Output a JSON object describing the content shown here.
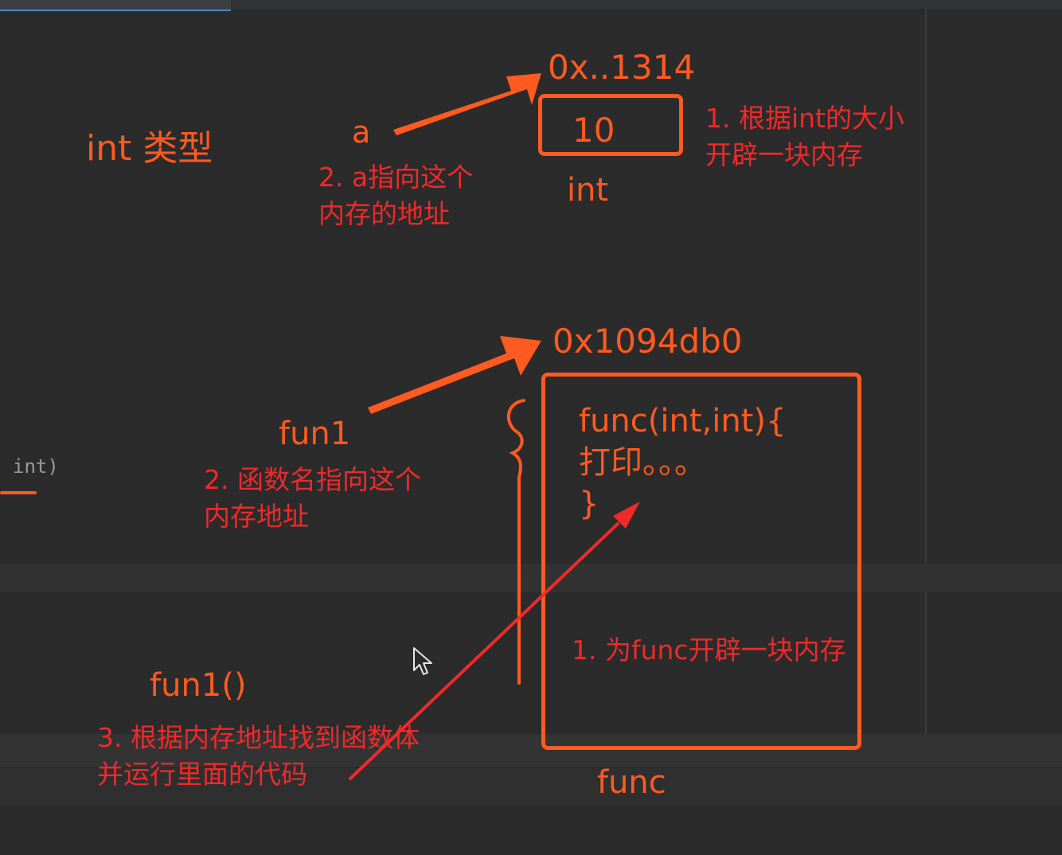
{
  "colors": {
    "annotation_orange": "#ff5a20",
    "annotation_red": "#ee2a2a",
    "editor_bg": "#2b2b2b"
  },
  "editor": {
    "code_fragment": "int)"
  },
  "int_section": {
    "title": "int 类型",
    "var_name": "a",
    "address": "0x..1314",
    "value": "10",
    "type_label": "int",
    "note_alloc": [
      "1. 根据int的大小",
      "开辟一块内存"
    ],
    "note_point": [
      "2. a指向这个",
      "内存的地址"
    ]
  },
  "func_section": {
    "var_name": "fun1",
    "address": "0x1094db0",
    "code_lines": [
      "func(int,int){",
      "打印。。。",
      "}"
    ],
    "type_label": "func",
    "note_alloc": "1. 为func开辟一块内存",
    "note_point": [
      "2. 函数名指向这个",
      "内存地址"
    ],
    "call": "fun1()",
    "note_run": [
      "3. 根据内存地址找到函数体",
      "并运行里面的代码"
    ]
  },
  "icons": {
    "cursor": "mouse-pointer-icon"
  }
}
